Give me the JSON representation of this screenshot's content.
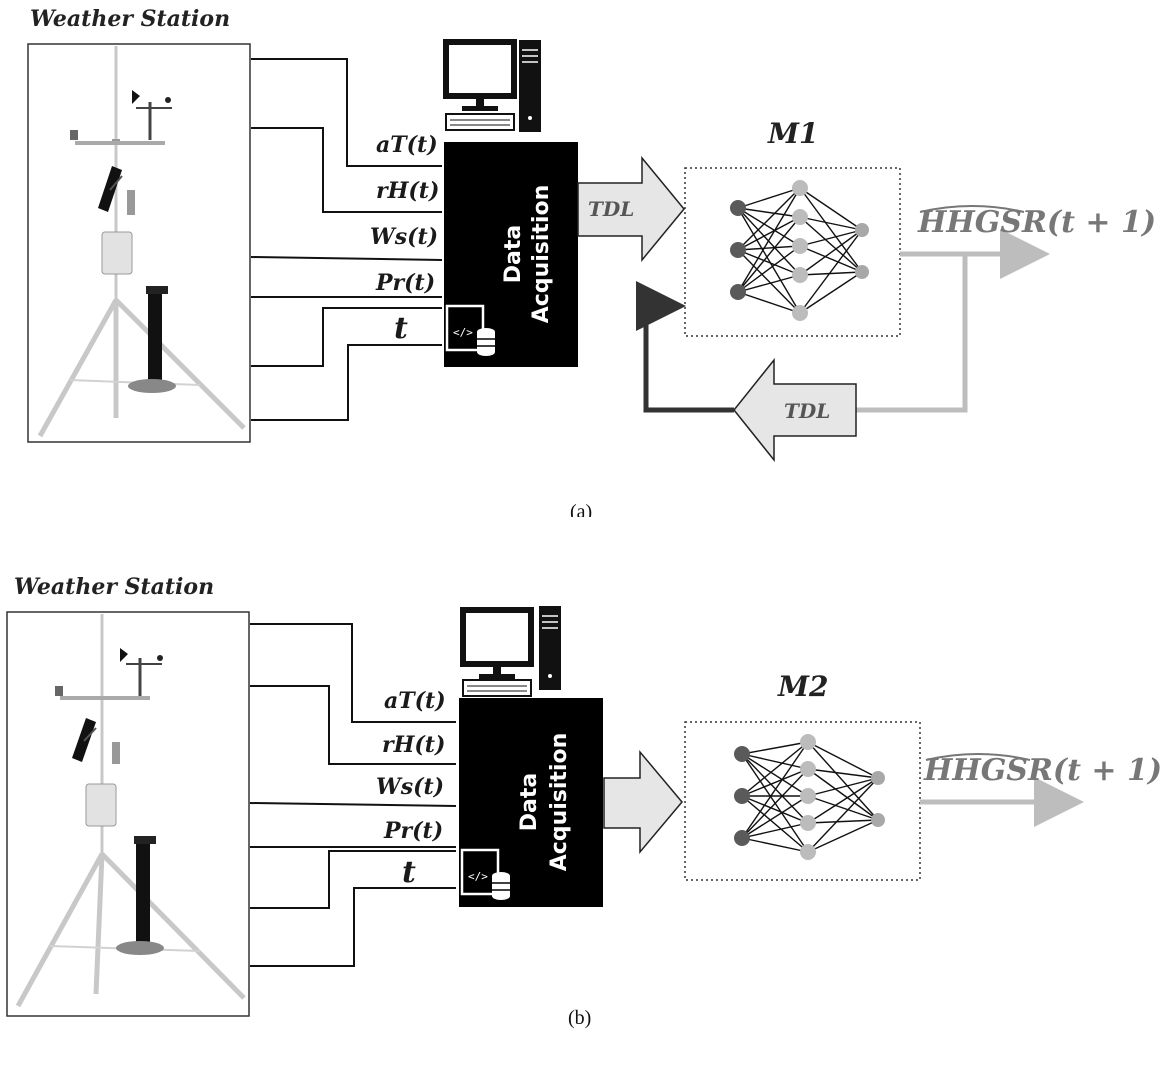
{
  "panels": [
    {
      "id": "a",
      "station_title": "Weather Station",
      "signals": [
        "aT(t)",
        "rH(t)",
        "Ws(t)",
        "Pr(t)",
        "t"
      ],
      "daq_line1": "Data",
      "daq_line2": "Acquisition",
      "tdl_forward": "TDL",
      "tdl_feedback": "TDL",
      "model_label": "M1",
      "output_label": "HHGSR(t + 1)",
      "caption": "(a)"
    },
    {
      "id": "b",
      "station_title": "Weather Station",
      "signals": [
        "aT(t)",
        "rH(t)",
        "Ws(t)",
        "Pr(t)",
        "t"
      ],
      "daq_line1": "Data",
      "daq_line2": "Acquisition",
      "model_label": "M2",
      "output_label": "HHGSR(t + 1)",
      "caption": "(b)"
    }
  ],
  "colors": {
    "line": "#111111",
    "daq_box": "#000000",
    "arrow_fill": "#e6e6e6",
    "output_arrow": "#bdbdbd",
    "feedback_dark": "#333333",
    "node_dark": "#5a5a5a",
    "node_light": "#bcbcbc",
    "node_out": "#a8a8a8"
  },
  "icons": [
    "weather-station-illustration",
    "desktop-computer-icon",
    "code-database-icon",
    "neural-network-icon"
  ]
}
